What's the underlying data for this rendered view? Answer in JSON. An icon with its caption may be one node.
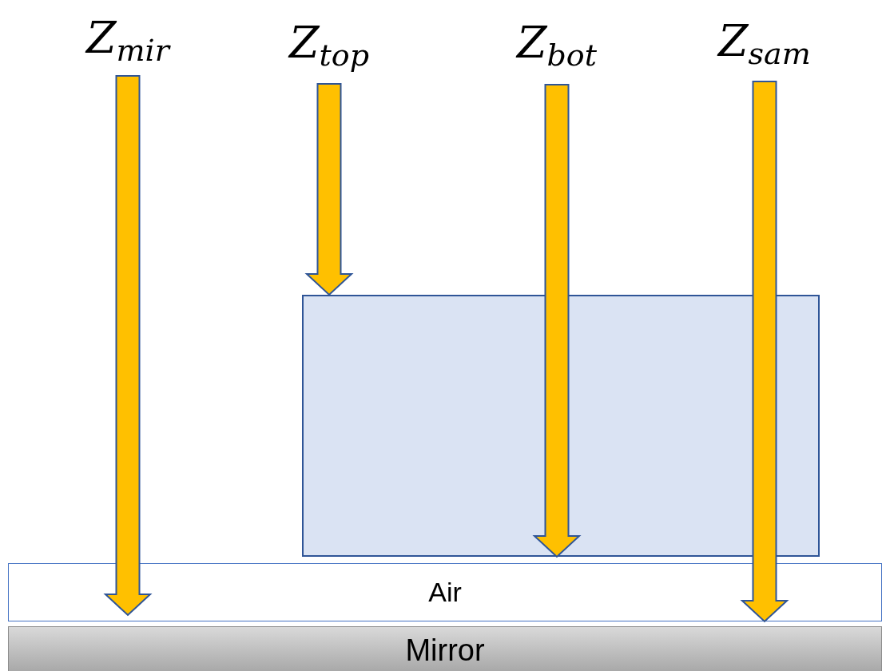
{
  "diagram": {
    "nodes": [
      {
        "text": [
          "Z$_{mir}$"
        ]
      },
      {
        "text": [
          "Z$_{top}$"
        ]
      },
      {
        "text": [
          "Z$_{bot}$"
        ]
      },
      {
        "text": [
          "Z$_{sam}$"
        ]
      },
      {
        "text": [],
        "shape": "box"
      },
      {
        "text": [
          "Air"
        ]
      },
      {
        "text": [
          "Mirror"
        ]
      }
    ],
    "edges": [
      {
        "from": 0,
        "to": 5,
        "arrow": "to"
      },
      {
        "from": 1,
        "to": 4,
        "arrow": "to"
      },
      {
        "from": 2,
        "to": 4,
        "arrow": "to"
      },
      {
        "from": 3,
        "to": 5,
        "arrow": "to"
      }
    ]
  }
}
